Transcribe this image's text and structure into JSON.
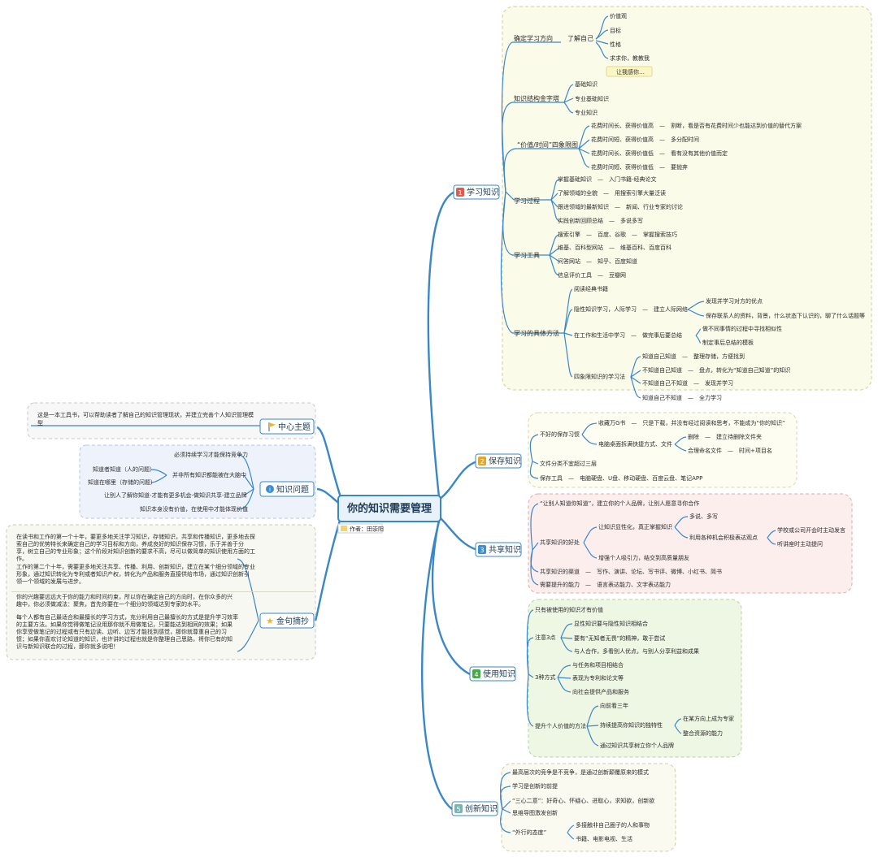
{
  "center": {
    "title": "你的知识需要管理",
    "author": "作者：田崇阳"
  },
  "right_branches": [
    {
      "label": "学习知识",
      "number": "1",
      "badge_color": "#e05a4e",
      "children": [
        {
          "label": "确定学习方向",
          "children": [
            {
              "label": "了解自己",
              "children": [
                "价值观",
                "目标",
                "性格",
                "求求你，教教我"
              ]
            }
          ]
        },
        {
          "label": "让我感你…"
        },
        {
          "label": "知识结构金字塔",
          "children": [
            "基础知识",
            "专业基础知识",
            "专业知识"
          ]
        },
        {
          "label": "“价值/时间”四象限图",
          "children": [
            "花费时间长、获得价值高 — 割断，看是否有花费时间少也能达到价值的替代方案",
            "花费时间短、获得价值高 — 多分配时间",
            "花费时间长、获得价值低 — 看有没有其他价值而定",
            "花费时间短、获得价值低 — 要抛弃"
          ]
        },
        {
          "label": "学习过程",
          "children": [
            "掌握基础知识 — 入门书籍-经典论文",
            "了解领域的全貌 — 用搜索引擎大量泛读",
            "跟进领域的最新知识 — 新闻、行业专家的讨论",
            "实践创新回顾总结 — 多说多写"
          ]
        },
        {
          "label": "学习工具",
          "children": [
            "搜索引擎 — 百度、谷歌 — 掌握搜索技巧",
            "维基、百科型网站 — 维基百科、百度百科",
            "问答网站 — 知乎、百度知道",
            "信息评价工具 — 豆瓣网"
          ]
        },
        {
          "label": "学习的具体方法",
          "children": [
            "阅读经典书籍",
            "隐性知识学习，人际学习 — 建立人际网络 — 发现并学习对方的优点 / 保存联系人的资料，背景，什么状态下认识的，聊了什么话题等",
            "在工作和生活中学习 — 做完事后要总结 — 做不同事情的过程中寻找相似性 / 制定事后总结的模板",
            "四象限知识的学习法 — 知道自己知道 — 整理存储，方便找到 / 不知道自己知道 — 盘点，转化为“知道自己知道”的知识 / 不知道自己不知道 — 发现并学习 / 知道自己不知道 — 全力学习"
          ]
        }
      ]
    },
    {
      "label": "保存知识",
      "number": "2",
      "badge_color": "#e3a72f",
      "children": [
        "不好的保存习惯 — 收藏万G书 — 只是下载，并没有经过阅读和思考，不能成为“你的知识” / 电脑桌面拆满快捷方式、文件 — 删除 — 建立待删除文件夹 / 合理命名文件 — 时间+项目名",
        "文件分类不宜超过三层",
        "保存工具 — 电脑硬盘、U盘、移动硬盘、百度云盘、笔记APP"
      ]
    },
    {
      "label": "共享知识",
      "number": "3",
      "badge_color": "#3a8fd1",
      "children": [
        "“让别人知道你知道”，建立你的个人品牌，让别人愿意寻你合作",
        "共享知识的好处 — 让知识显性化，真正掌握知识 — 多说、多写 / 利用各种机会积极表达观点 — 学校或公司开会时主动发言 / 听讲座时主动提问 ; 增强个人吸引力，结交到高质量朋友",
        "共享知识的渠道 — 写作、演讲、论坛、写书评、微博、小红书、简书",
        "需要提升的能力 — 语言表达能力、文字表达能力"
      ]
    },
    {
      "label": "使用知识",
      "number": "4",
      "badge_color": "#4aa84c",
      "children": [
        "只有被使用的知识才有价值",
        "注意3点 — 显性知识要与隐性知识相结合 / 要有“无知者无畏”的精神，敢于尝试 / 与人合作，多看别人优点，与别人分享利益和成果",
        "3种方式 — 与任务和项目相结合 / 表现为专利和论文等 / 向社会提供产品和服务",
        "提升个人价值的方法 — 向前看三年 / 持续提高你知识的独特性 — 在某方向上成为专家 / 整合资源的能力 ; 通过知识共享树立你个人品牌"
      ]
    },
    {
      "label": "创新知识",
      "number": "5",
      "badge_color": "#7bb3b0",
      "children": [
        "最高层次的竞争是不竞争，是通过创新颠覆原来的模式",
        "学习是创新的前提",
        "“三心二意”：好奇心、怀疑心、进取心，求知欲，创新欲",
        "思维导图激发创新",
        "“外行的态度” — 多接触非自己圈子的人和事物 / 书籍、电影电视、生活"
      ]
    }
  ],
  "left_branches": [
    {
      "label": "中心主题",
      "icon": "flag-icon",
      "children": [
        "这是一本工具书，可以帮助读者了解自己的知识管理现状，并建立完善个人知识管理模型"
      ]
    },
    {
      "label": "知识问题",
      "icon": "info-icon",
      "children": [
        "必须持续学习才能保持竞争力",
        "并非所有知识都能被在大脑中",
        "知道者知道（人的问题）",
        "知道在哪里（存储的问题）",
        "让别人了解你知道-才能有更多机会-做知识共享-建立品牌",
        "知识本身没有价值，在使用中才能体现价值"
      ]
    },
    {
      "label": "金句摘抄",
      "icon": "star-icon",
      "children": [
        "在读书和工作的第一个十年，要更多地关注学习知识，存储知识，共享和传播知识，更多地去探索自己的优势特长来确定自己的学习目标和方向，养成良好的知识保存习惯，乐于并善于分享，树立自己的专业形象；这个阶段对知识创新的要求不高，尽可以做简单的知识使用方面的工作。",
        "工作的第二个十年，需要更多地关注共享、传播、利用、创新知识，建立在某个细分领域的专业形象，通过知识转化为专利或者知识产权，转化为产品和服务直接供给市场，通过知识创新引领一个领域的发展与进步。",
        "你的兴趣要远远大于你的能力和时间约束，所以你在确定自己的方向时，在你众多的兴趣中，你必须做减法：聚焦，首先你要在一个细分的领域达到专家的水平。",
        "每个人都有自己最适合和最擅长的学习方式，充分利用自己最擅长的方式是提升学习效率的主要方法。如果你觉得做笔记没用那你就不用做笔记，只要能达到相同的效果；如果你享受做笔记的过程或有只有边读、边听、边写才能找到感觉，那你就尊重自己的习惯；如果你喜欢讨论知道的知识，也许讲的过程也就是你整理自己思路，将你已有的知识与新知识联合的过程，那你就多说吧！"
      ]
    }
  ]
}
